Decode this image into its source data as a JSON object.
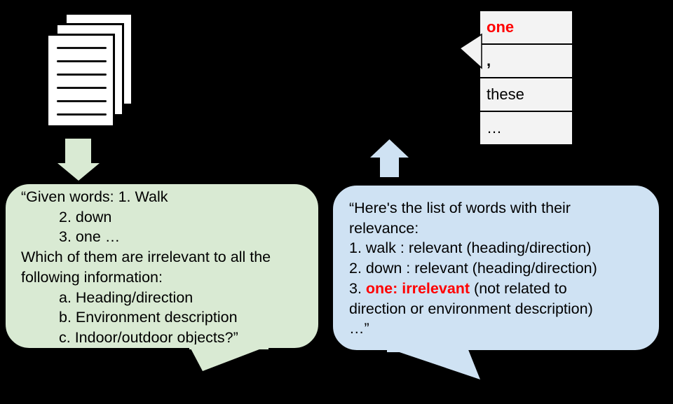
{
  "colors": {
    "background": "#000000",
    "prompt_bubble_fill": "#d9ead3",
    "response_bubble_fill": "#cfe2f3",
    "word_cell_fill": "#f3f3f3",
    "highlight_red": "#ff0000",
    "outline_black": "#000000"
  },
  "documents_icon": {
    "pages": 3,
    "text_lines": 6
  },
  "word_list": {
    "items": [
      {
        "text": "one",
        "emphasis": "red-bold"
      },
      {
        "text": ",",
        "emphasis": "bold"
      },
      {
        "text": "these",
        "emphasis": "none"
      },
      {
        "text": "…",
        "emphasis": "none"
      }
    ]
  },
  "prompt_bubble": {
    "lines": [
      "“Given words: 1. Walk",
      "2. down",
      "3. one …",
      "Which of them are irrelevant to all the",
      "following information:",
      "a. Heading/direction",
      "b. Environment description",
      "c. Indoor/outdoor objects?”"
    ]
  },
  "response_bubble": {
    "lines": [
      "“Here's the list of words with their",
      "relevance:",
      "1. walk : relevant (heading/direction)",
      "2. down : relevant (heading/direction)",
      "direction or environment description)",
      "…”"
    ],
    "highlight_line": {
      "prefix": "3. ",
      "highlight": "one: irrelevant",
      "suffix": " (not related to"
    }
  }
}
